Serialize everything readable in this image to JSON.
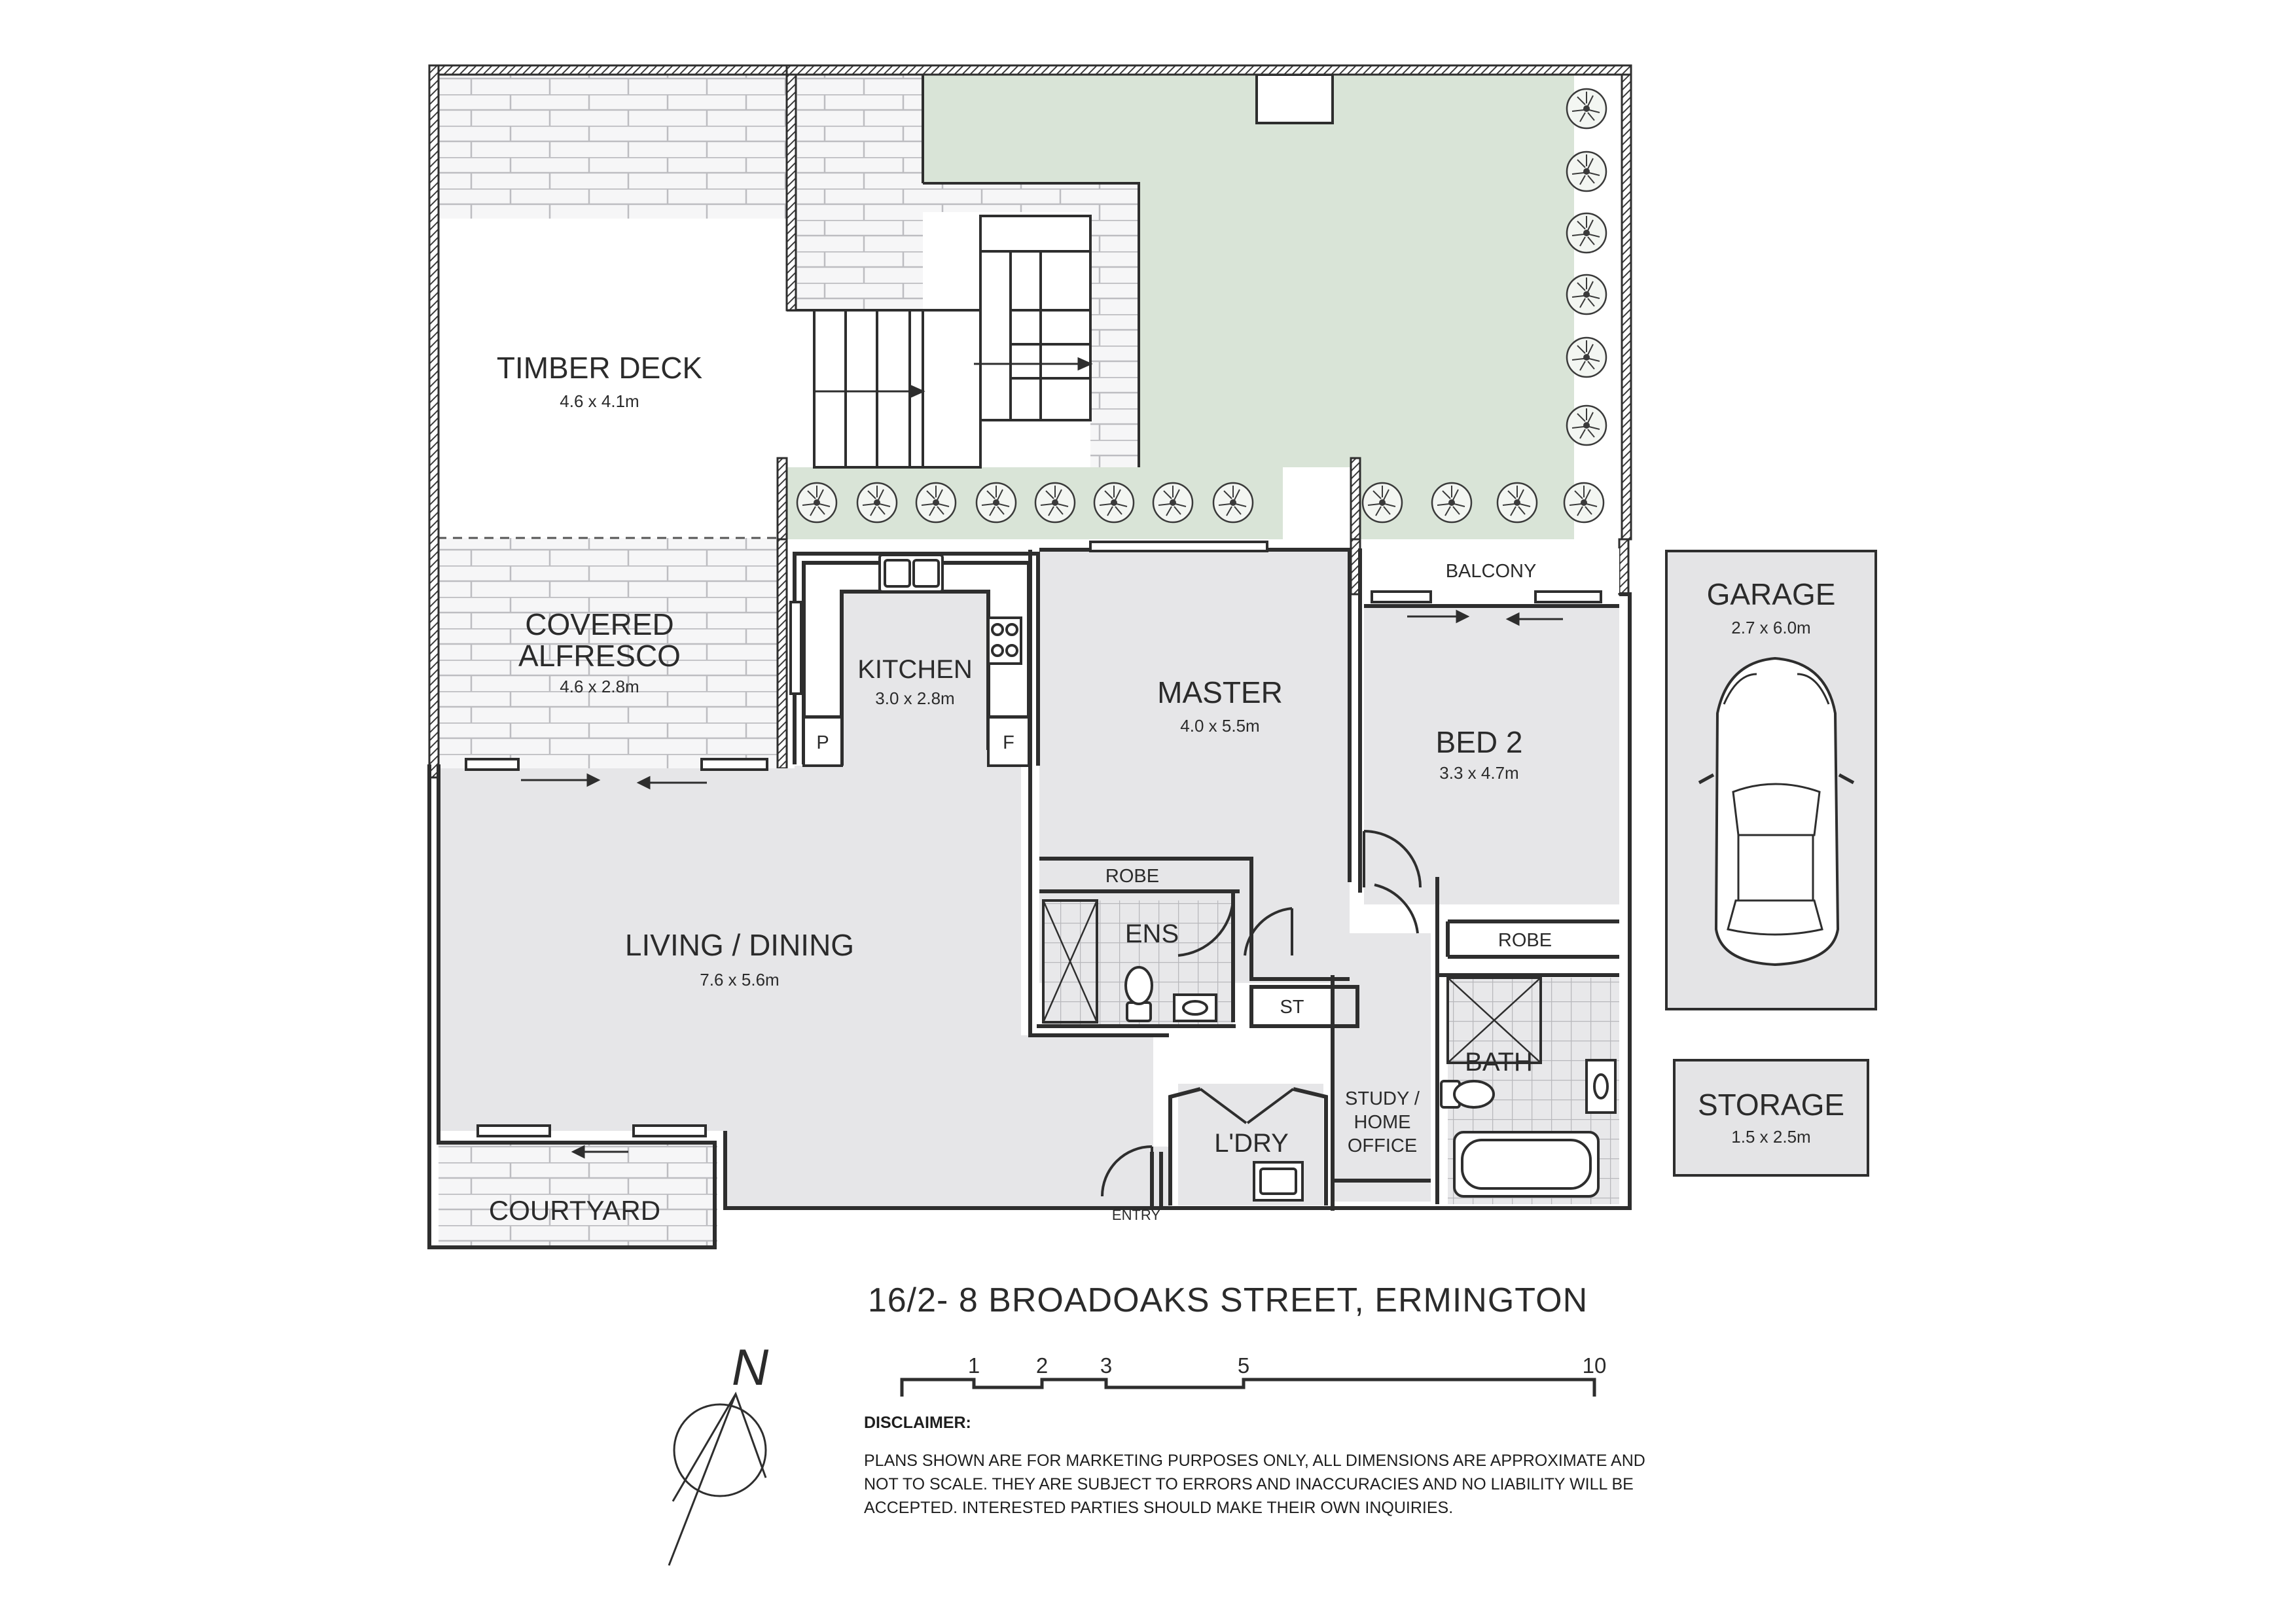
{
  "rooms": {
    "timber_deck": {
      "name": "TIMBER DECK",
      "dim": "4.6 x 4.1m"
    },
    "alfresco": {
      "name1": "COVERED",
      "name2": "ALFRESCO",
      "dim": "4.6 x 2.8m"
    },
    "kitchen": {
      "name": "KITCHEN",
      "dim": "3.0 x 2.8m",
      "pantry": "P",
      "fridge": "F"
    },
    "master": {
      "name": "MASTER",
      "dim": "4.0 x 5.5m",
      "robe": "ROBE"
    },
    "bed2": {
      "name": "BED 2",
      "dim": "3.3 x 4.7m",
      "robe": "ROBE"
    },
    "balcony": {
      "name": "BALCONY"
    },
    "living": {
      "name": "LIVING / DINING",
      "dim": "7.6 x 5.6m"
    },
    "ensuite": {
      "name": "ENS"
    },
    "storage_cupboard": {
      "name": "ST"
    },
    "bath": {
      "name": "BATH"
    },
    "study": {
      "line1": "STUDY /",
      "line2": "HOME",
      "line3": "OFFICE"
    },
    "laundry": {
      "name": "L'DRY"
    },
    "courtyard": {
      "name": "COURTYARD"
    },
    "entry": {
      "name": "ENTRY"
    },
    "garage": {
      "name": "GARAGE",
      "dim": "2.7 x 6.0m"
    },
    "storage": {
      "name": "STORAGE",
      "dim": "1.5 x 2.5m"
    }
  },
  "address": "16/2- 8 BROADOAKS STREET, ERMINGTON",
  "north_label": "N",
  "scale": {
    "marks": [
      "1",
      "2",
      "3",
      "5",
      "10"
    ]
  },
  "disclaimer": {
    "heading": "DISCLAIMER:",
    "lines": [
      "PLANS SHOWN ARE FOR MARKETING PURPOSES ONLY, ALL DIMENSIONS ARE APPROXIMATE AND",
      "NOT TO SCALE. THEY ARE SUBJECT TO ERRORS AND INACCURACIES AND NO LIABILITY WILL BE",
      "ACCEPTED. INTERESTED PARTIES SHOULD MAKE THEIR OWN INQUIRIES."
    ]
  },
  "colors": {
    "wall": "#2e2e2e",
    "floor": "#e6e6e8",
    "lawn": "#d9e4d7",
    "brick_line": "#b9b9bd",
    "outbuilding": "#e4e4e6"
  }
}
